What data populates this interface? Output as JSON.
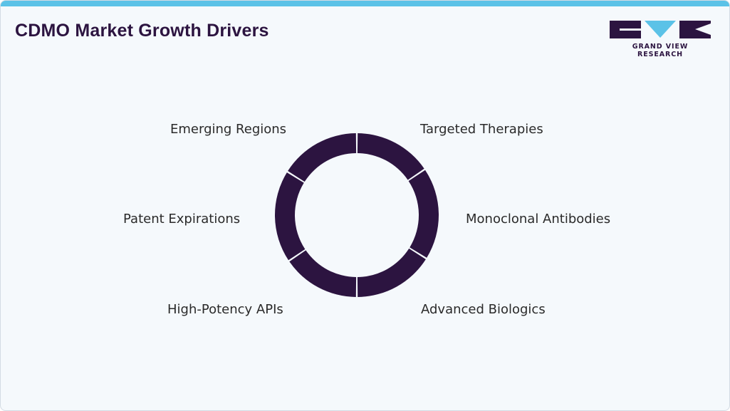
{
  "header": {
    "title": "CDMO Market Growth Drivers",
    "logo_text": "GRAND VIEW RESEARCH"
  },
  "colors": {
    "accent_bar": "#5bc2e7",
    "ring": "#2c1440",
    "title": "#2c1440"
  },
  "diagram": {
    "segments": 6,
    "drivers": [
      "Targeted Therapies",
      "Monoclonal Antibodies",
      "Advanced Biologics",
      "High-Potency APIs",
      "Patent Expirations",
      "Emerging Regions"
    ]
  }
}
